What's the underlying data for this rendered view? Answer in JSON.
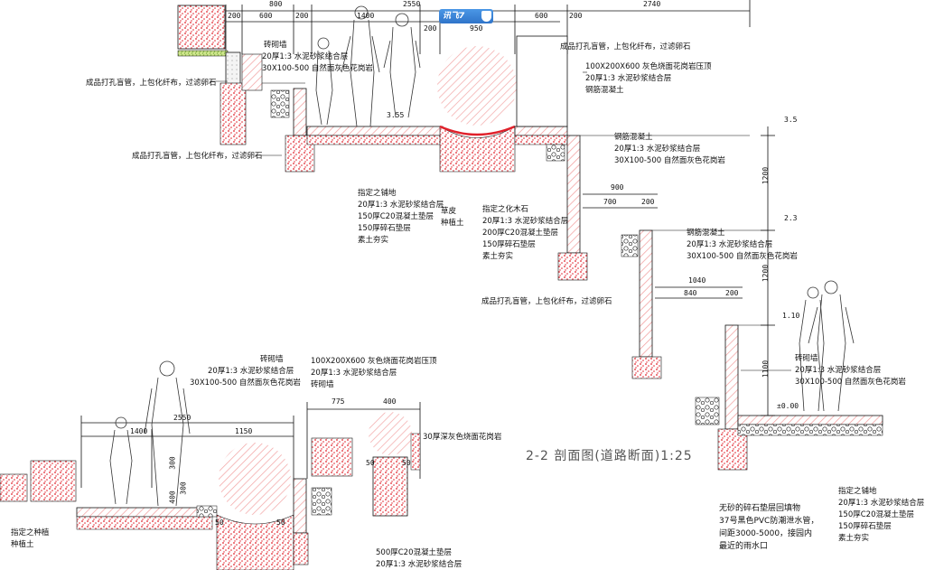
{
  "title": "2-2 剖面图(道路断面)1:25",
  "badge": "讯飞7",
  "colors": {
    "hatch_red": "#e0202a",
    "line": "#111111",
    "gravel": "#222222"
  },
  "dimensions": {
    "top": [
      "800",
      "200",
      "600",
      "200",
      "1400",
      "2550",
      "200",
      "950",
      "600",
      "200",
      "2740"
    ],
    "right": [
      "900",
      "700",
      "200",
      "1040",
      "840",
      "200",
      "1200",
      "1200",
      "1100"
    ],
    "bottom": [
      "2550",
      "1400",
      "1150",
      "775",
      "400",
      "50",
      "50",
      "50",
      "300",
      "300",
      "400",
      "50"
    ],
    "levels": [
      "3.55",
      "3.5",
      "2.3",
      "1.10",
      "±0.00"
    ]
  },
  "notes": {
    "n1": [
      "砖砌墙",
      "20厚1:3 水泥砂浆结合层",
      "30X100-500 自然面灰色花岗岩"
    ],
    "n2": [
      "成品打孔盲管，上包化纤布，过滤卵石"
    ],
    "n3": [
      "成品打孔盲管，上包化纤布，过滤卵石"
    ],
    "n4": [
      "成品打孔盲管，上包化纤布，过滤卵石"
    ],
    "n5": [
      "100X200X600 灰色烧面花岗岩压顶",
      "20厚1:3 水泥砂浆结合层",
      "钢筋混凝土"
    ],
    "n6": [
      "钢筋混凝土",
      "20厚1:3 水泥砂浆结合层",
      "30X100-500 自然面灰色花岗岩"
    ],
    "n7": [
      "指定之铺地",
      "20厚1:3 水泥砂浆结合层",
      "150厚C20混凝土垫层",
      "150厚碎石垫层",
      "素土夯实"
    ],
    "n8": [
      "草皮",
      "种植土"
    ],
    "n9": [
      "指定之化木石",
      "20厚1:3 水泥砂浆结合层",
      "200厚C20混凝土垫层",
      "150厚碎石垫层",
      "素土夯实"
    ],
    "n10": [
      "成品打孔盲管，上包化纤布，过滤卵石"
    ],
    "n11": [
      "钢筋混凝土",
      "20厚1:3 水泥砂浆结合层",
      "30X100-500 自然面灰色花岗岩"
    ],
    "n12": [
      "砖砌墙",
      "20厚1:3 水泥砂浆结合层",
      "30X100-500 自然面灰色花岗岩"
    ],
    "n13": [
      "砖砌墙",
      "20厚1:3 水泥砂浆结合层",
      "30X100-500 自然面灰色花岗岩"
    ],
    "n14": [
      "100X200X600 灰色烧面花岗岩压顶",
      "20厚1:3 水泥砂浆结合层",
      "砖砌墙"
    ],
    "n15": [
      "30厚深灰色烧面花岗岩"
    ],
    "n16": [
      "指定之种植",
      "种植土"
    ],
    "n17": [
      "500厚C20混凝土垫层",
      "20厚1:3 水泥砂浆结合层"
    ],
    "n18": [
      "无砂的碎石垫层回填物",
      "37号黑色PVC防潮泄水管，",
      "间距3000-5000，接园内",
      "最近的雨水口"
    ],
    "n19": [
      "指定之铺地",
      "20厚1:3 水泥砂浆结合层",
      "150厚C20混凝土垫层",
      "150厚碎石垫层",
      "素土夯实"
    ]
  }
}
